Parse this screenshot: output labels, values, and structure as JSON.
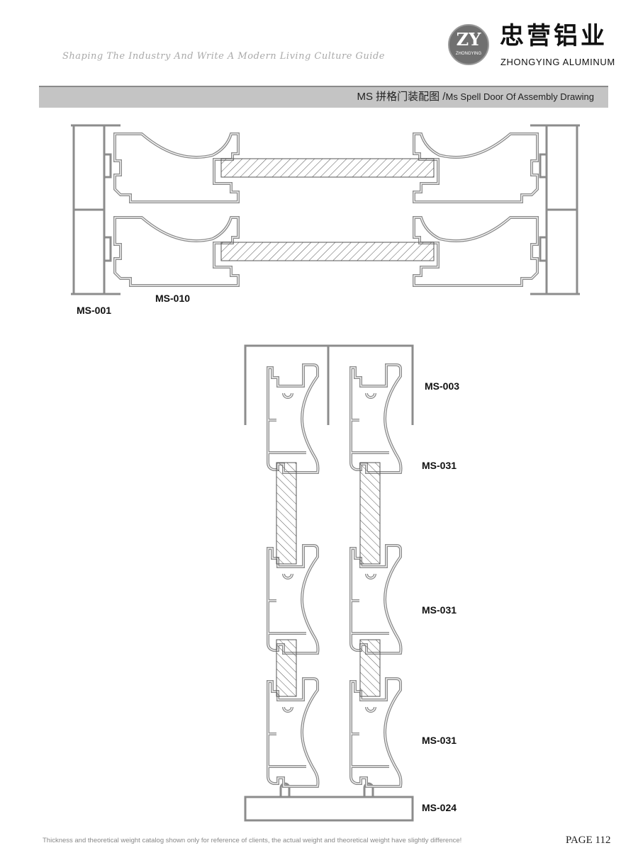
{
  "header": {
    "slogan": "Shaping The Industry And Write A Modern Living Culture Guide",
    "logo_mark": "ZY",
    "logo_sub": "ZHONGYING",
    "brand_cn": "忠营铝业",
    "brand_en": "ZHONGYING ALUMINUM"
  },
  "title": {
    "cn": "MS 拼格门装配图 /",
    "en": "Ms Spell Door Of Assembly Drawing"
  },
  "labels": {
    "ms001": "MS-001",
    "ms010": "MS-010",
    "ms003": "MS-003",
    "ms031_a": "MS-031",
    "ms031_b": "MS-031",
    "ms031_c": "MS-031",
    "ms024": "MS-024"
  },
  "footer": {
    "note": "Thickness and theoretical weight catalog shown only for reference of clients, the actual weight and theoretical weight have slightly difference!",
    "page": "PAGE  112"
  },
  "colors": {
    "profile": "#8c8c8c",
    "titlebar": "#c4c4c4"
  }
}
